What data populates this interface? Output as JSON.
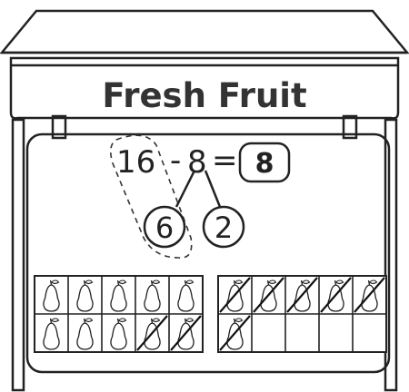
{
  "sign": {
    "title": "Fresh Fruit"
  },
  "equation": {
    "minuend": "16",
    "minus": "-",
    "subtrahend": "8",
    "equals": "=",
    "answer": "8"
  },
  "number_bond": {
    "left": "6",
    "right": "2"
  },
  "ten_frames": {
    "left": {
      "pears": 10,
      "crossed": 2
    },
    "right": {
      "pears": 6,
      "crossed": 6
    }
  },
  "icons": {
    "fruit": "pear-icon"
  }
}
